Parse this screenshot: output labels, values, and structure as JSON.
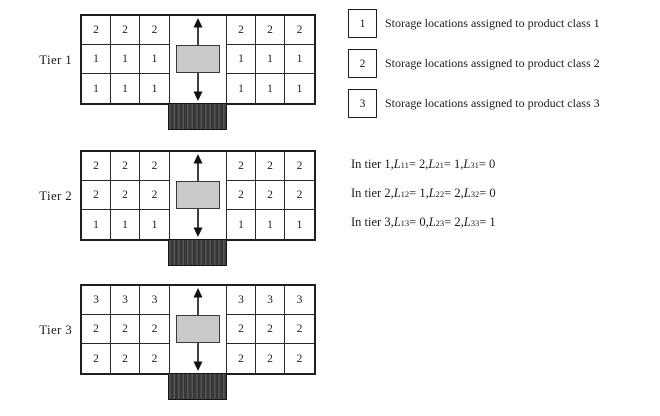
{
  "figure": {
    "title": "storage-tier-assignment-diagram"
  },
  "tiers": [
    {
      "label": "Tier 1",
      "left": [
        [
          "2",
          "2",
          "2"
        ],
        [
          "1",
          "1",
          "1"
        ],
        [
          "1",
          "1",
          "1"
        ]
      ],
      "right": [
        [
          "2",
          "2",
          "2"
        ],
        [
          "1",
          "1",
          "1"
        ],
        [
          "1",
          "1",
          "1"
        ]
      ]
    },
    {
      "label": "Tier 2",
      "left": [
        [
          "2",
          "2",
          "2"
        ],
        [
          "2",
          "2",
          "2"
        ],
        [
          "1",
          "1",
          "1"
        ]
      ],
      "right": [
        [
          "2",
          "2",
          "2"
        ],
        [
          "2",
          "2",
          "2"
        ],
        [
          "1",
          "1",
          "1"
        ]
      ]
    },
    {
      "label": "Tier 3",
      "left": [
        [
          "3",
          "3",
          "3"
        ],
        [
          "2",
          "2",
          "2"
        ],
        [
          "2",
          "2",
          "2"
        ]
      ],
      "right": [
        [
          "3",
          "3",
          "3"
        ],
        [
          "2",
          "2",
          "2"
        ],
        [
          "2",
          "2",
          "2"
        ]
      ]
    }
  ],
  "legend": {
    "items": [
      {
        "key": "1",
        "text": "Storage locations assigned to product class 1"
      },
      {
        "key": "2",
        "text": "Storage locations assigned to product class 2"
      },
      {
        "key": "3",
        "text": "Storage locations assigned to product class 3"
      }
    ]
  },
  "equations": [
    {
      "prefix": "In tier 1, ",
      "terms": [
        {
          "var": "L",
          "sub": "11",
          "value": "2"
        },
        {
          "var": "L",
          "sub": "21",
          "value": "1"
        },
        {
          "var": "L",
          "sub": "31",
          "value": "0"
        }
      ]
    },
    {
      "prefix": "In tier 2, ",
      "terms": [
        {
          "var": "L",
          "sub": "12",
          "value": "1"
        },
        {
          "var": "L",
          "sub": "22",
          "value": "2"
        },
        {
          "var": "L",
          "sub": "32",
          "value": "0"
        }
      ]
    },
    {
      "prefix": "In tier 3, ",
      "terms": [
        {
          "var": "L",
          "sub": "13",
          "value": "0"
        },
        {
          "var": "L",
          "sub": "23",
          "value": "2"
        },
        {
          "var": "L",
          "sub": "33",
          "value": "1"
        }
      ]
    }
  ],
  "icons": {
    "elevator_up": "up-arrow",
    "elevator_down": "down-arrow"
  },
  "colors": {
    "line": "#1f1f1f",
    "elevator_fill": "#c9c9c9",
    "elevator_border": "#3a3a3a",
    "io_fill": "#383838",
    "io_stripe": "#565656"
  }
}
